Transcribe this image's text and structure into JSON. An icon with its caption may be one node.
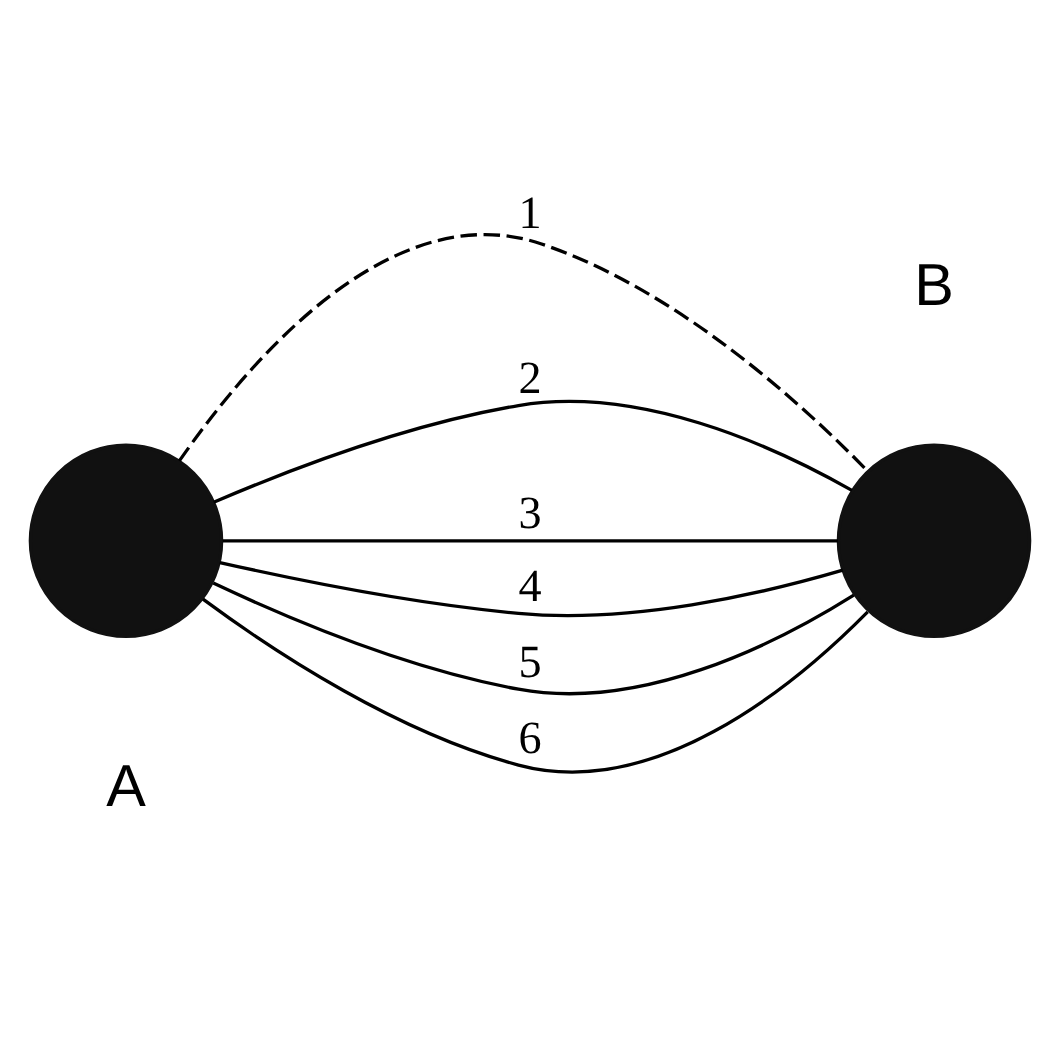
{
  "diagram": {
    "nodes": [
      {
        "text": [],
        "shape": "circle",
        "beside": [
          "A"
        ]
      },
      {
        "text": [],
        "shape": "circle",
        "beside": [
          "B"
        ]
      }
    ],
    "edges": [
      {
        "from": 0,
        "to": 1,
        "arrow": "none",
        "label": "1",
        "style": "dashed"
      },
      {
        "from": 0,
        "to": 1,
        "arrow": "none",
        "label": "2"
      },
      {
        "from": 0,
        "to": 1,
        "arrow": "none",
        "label": "3"
      },
      {
        "from": 0,
        "to": 1,
        "arrow": "none",
        "label": "4"
      },
      {
        "from": 0,
        "to": 1,
        "arrow": "none",
        "label": "5"
      },
      {
        "from": 0,
        "to": 1,
        "arrow": "none",
        "label": "6"
      }
    ]
  }
}
